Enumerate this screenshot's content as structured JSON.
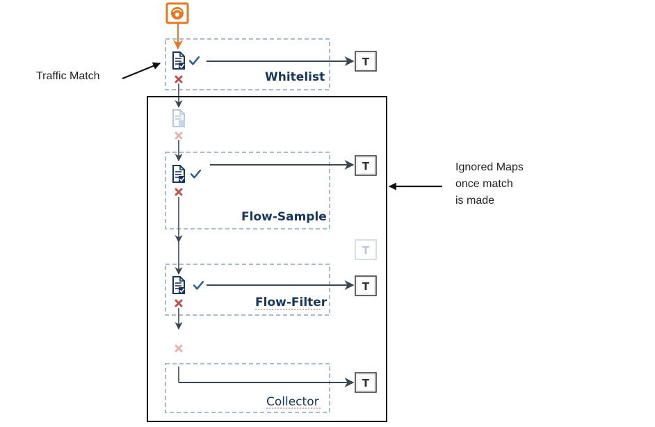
{
  "annotations": {
    "traffic_match": "Traffic Match",
    "ignored_maps_lines": [
      "Ignored Maps",
      "once match",
      "is made"
    ]
  },
  "maps": {
    "whitelist": "Whitelist",
    "flow_sample": "Flow-Sample",
    "flow_filter": "Flow-Filter",
    "collector": "Collector"
  },
  "terminal_label": "T",
  "icons": {
    "source": "source-icon",
    "document": "document-check-icon",
    "check": "checkmark-icon",
    "no_match": "x-icon"
  },
  "colors": {
    "accent_orange": "#e87722",
    "match_check": "#2f5f8f",
    "no_match_x": "#c0504d",
    "label_dark": "#17365d",
    "dashed_border": "#8ea6c3"
  }
}
